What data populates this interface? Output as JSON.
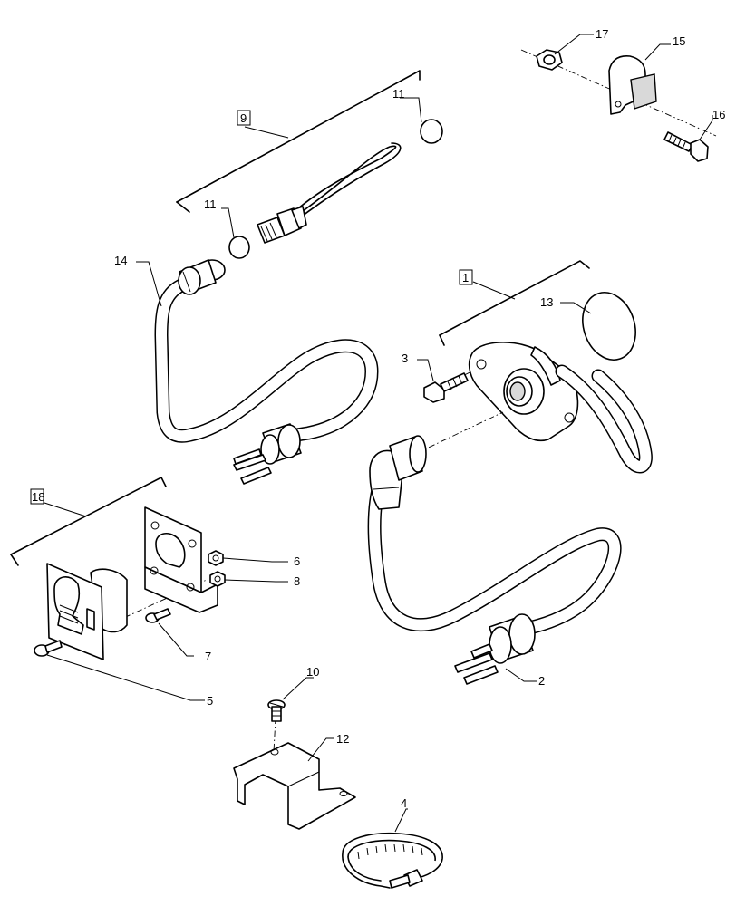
{
  "callouts": {
    "c1": "1",
    "c2": "2",
    "c3": "3",
    "c4": "4",
    "c5": "5",
    "c6": "6",
    "c7": "7",
    "c8": "8",
    "c9": "9",
    "c10": "10",
    "c11a": "11",
    "c11b": "11",
    "c12": "12",
    "c13": "13",
    "c14": "14",
    "c15": "15",
    "c16": "16",
    "c17": "17",
    "c18": "18"
  },
  "boxed_callouts": [
    "1",
    "9",
    "18"
  ]
}
